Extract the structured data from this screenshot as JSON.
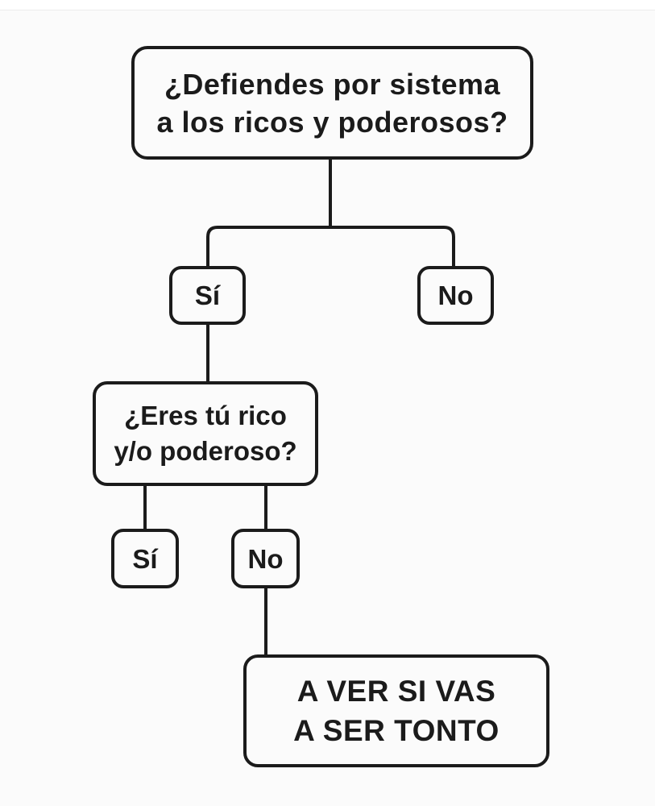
{
  "canvas": {
    "background": "#fbfbfb",
    "ink": "#1b1b1b"
  },
  "flowchart": {
    "root_question": {
      "line1": "¿Defiendes por sistema",
      "line2": "a los ricos y poderosos?"
    },
    "root_yes_label": "Sí",
    "root_no_label": "No",
    "second_question": {
      "line1": "¿Eres tú rico",
      "line2": "y/o poderoso?"
    },
    "second_yes_label": "Sí",
    "second_no_label": "No",
    "result": {
      "line1": "A VER SI VAS",
      "line2": "A SER TONTO"
    }
  }
}
